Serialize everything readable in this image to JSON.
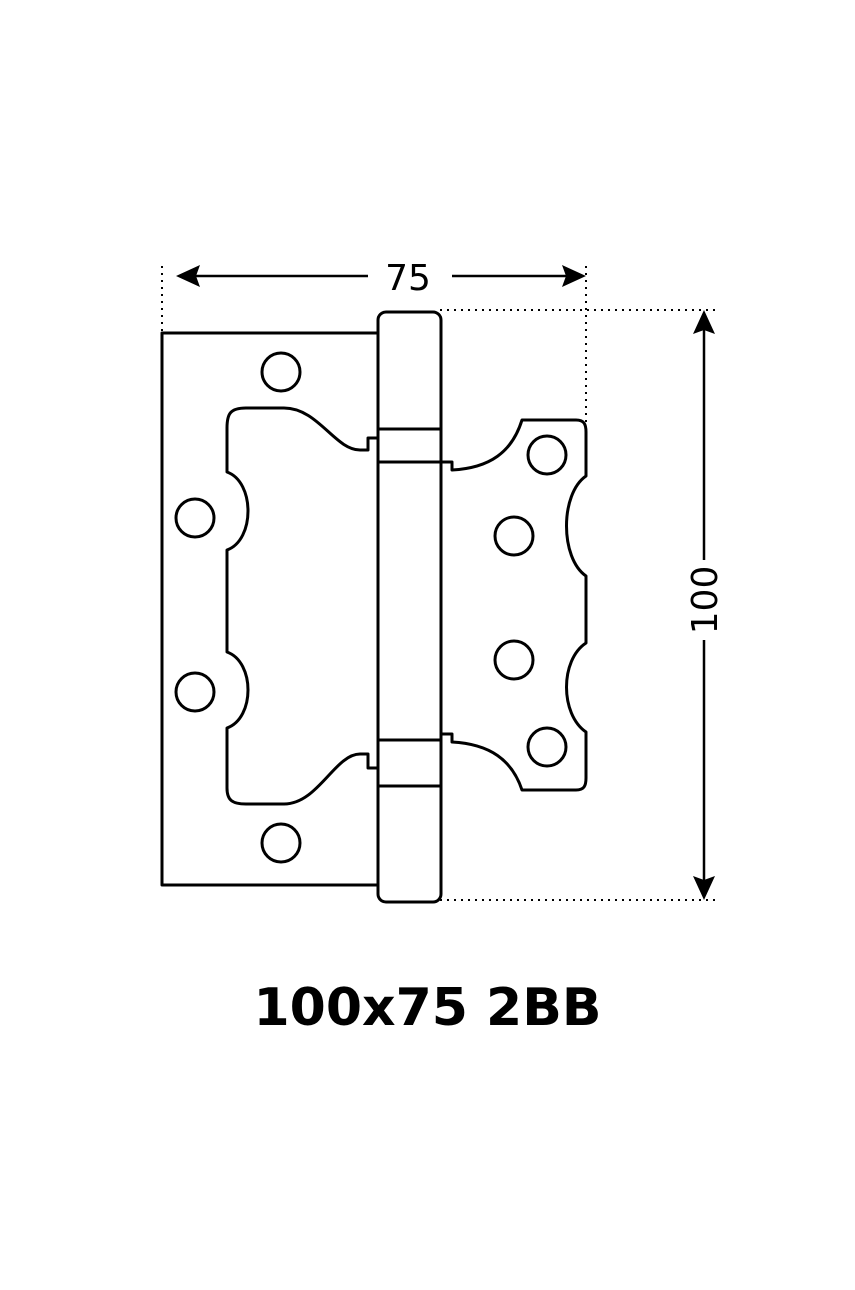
{
  "dimensions": {
    "width_label": "75",
    "height_label": "100"
  },
  "caption": "100x75 2BB"
}
